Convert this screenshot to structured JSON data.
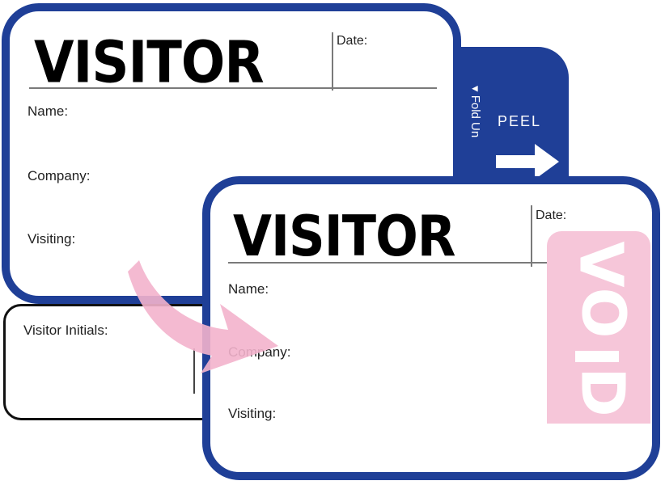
{
  "back_badge": {
    "title": "VISITOR",
    "date_label": "Date:",
    "fields": [
      "Name:",
      "Company:",
      "Visiting:"
    ],
    "stub_label": "Visitor Initials:"
  },
  "tab": {
    "peel_label": "PEEL",
    "fold_label": "▾ Fold Un"
  },
  "front_badge": {
    "title": "VISITOR",
    "date_label": "Date:",
    "fields": [
      "Name:",
      "Company:",
      "Visiting:"
    ],
    "void_letters": [
      "V",
      "O",
      "I",
      "D"
    ]
  },
  "colors": {
    "border_blue": "#1f3f97",
    "void_pink": "#f6c6d9",
    "arrow_pink": "#f3b3cc"
  }
}
